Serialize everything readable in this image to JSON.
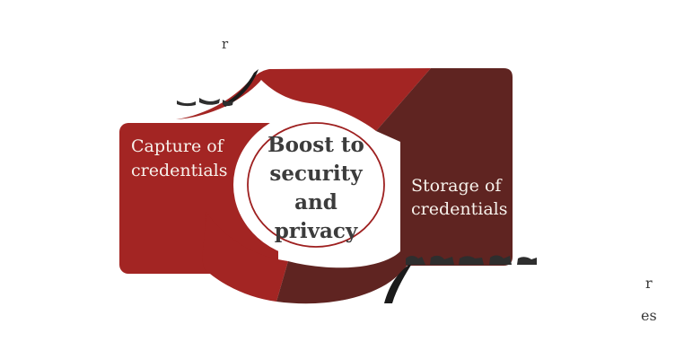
{
  "diagram": {
    "center_circle": {
      "lines": [
        "Boost to",
        "security",
        "and",
        "privacy"
      ]
    },
    "segments": {
      "capture": {
        "lines": [
          "Capture of",
          "credentials"
        ]
      },
      "storage": {
        "lines": [
          "Storage of",
          "credentials"
        ]
      }
    },
    "text_fragments": {
      "top_left": "r",
      "right_line1": "r",
      "right_line2": "es"
    },
    "colors": {
      "capture_segment": "#a32523",
      "storage_segment": "#5f2421",
      "inner_ring_stroke": "#9e2020",
      "center_text": "#3c3c3c",
      "label_text": "#f7f2ec",
      "fragment_text": "#3a3a3a",
      "edge_marks": "#1b1b1b"
    }
  }
}
